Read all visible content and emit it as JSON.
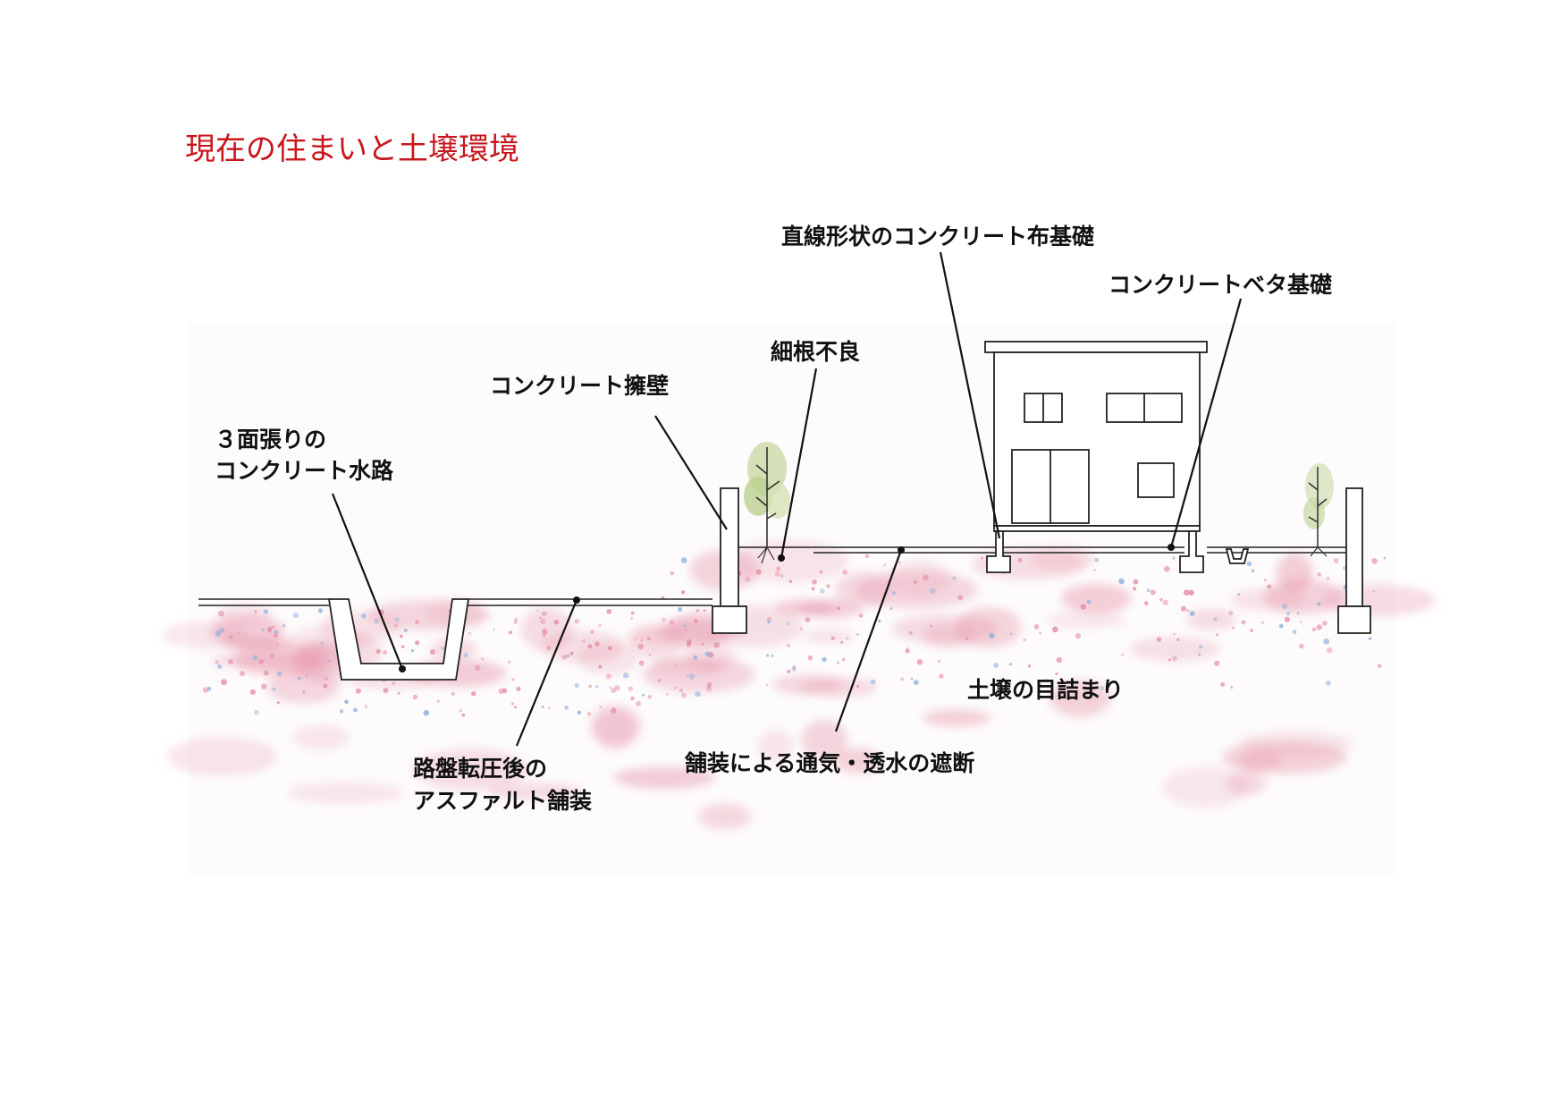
{
  "title": "現在の住まいと土壌環境",
  "colors": {
    "title": "#c8161d",
    "soil_pink": "#e58fa6",
    "soil_blue": "#8fb0dc",
    "ink": "#111111",
    "tree_leaf": "#b9cd92"
  },
  "labels": {
    "channel_line1": "３面張りの",
    "channel_line2": "コンクリート水路",
    "retaining_wall": "コンクリート擁壁",
    "fine_roots": "細根不良",
    "strip_foundation": "直線形状のコンクリート布基礎",
    "mat_foundation": "コンクリートベタ基礎",
    "soil_compaction": "土壌の目詰まり",
    "asphalt_line1": "路盤転圧後の",
    "asphalt_line2": "アスファルト舗装",
    "pavement_block": "舗装による通気・透水の遮断"
  }
}
